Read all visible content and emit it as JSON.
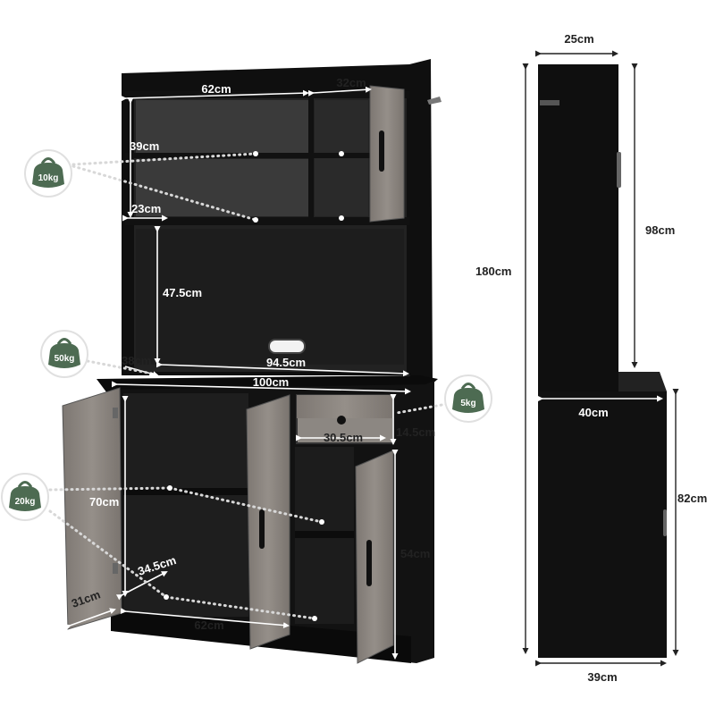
{
  "colors": {
    "cabinet_body": "#111111",
    "cabinet_inner": "#1c1c1c",
    "door_wood": "#8a8580",
    "badge_fill": "#4d6b52",
    "badge_ring": "#e3e3e3",
    "dotted_line": "#dcdcdc"
  },
  "weight_badges": {
    "upper_shelf": "10kg",
    "countertop": "50kg",
    "drawer": "5kg",
    "lower_shelf": "20kg"
  },
  "front_view": {
    "upper_width": "62cm",
    "upper_side_width": "32cm",
    "upper_shelf_height": "39cm",
    "upper_shelf_depth": "23cm",
    "hutch_open_height": "47.5cm",
    "countertop_depth": "38cm",
    "hutch_inner_width": "94.5cm",
    "total_width": "100cm",
    "drawer_width": "30.5cm",
    "drawer_height": "14.5cm",
    "lower_cabinet_height": "70cm",
    "lower_shelf_depth": "34.5cm",
    "door_width": "31cm",
    "lower_inner_width": "62cm",
    "side_cabinet_height": "54cm"
  },
  "side_view": {
    "top_depth": "25cm",
    "upper_height": "98cm",
    "total_height": "180cm",
    "counter_depth": "40cm",
    "base_height": "82cm",
    "base_depth": "39cm"
  },
  "icons": {
    "weight": "kettlebell-icon",
    "handle": "door-handle-icon",
    "knob": "drawer-knob-icon",
    "arrow": "arrow-icon"
  }
}
